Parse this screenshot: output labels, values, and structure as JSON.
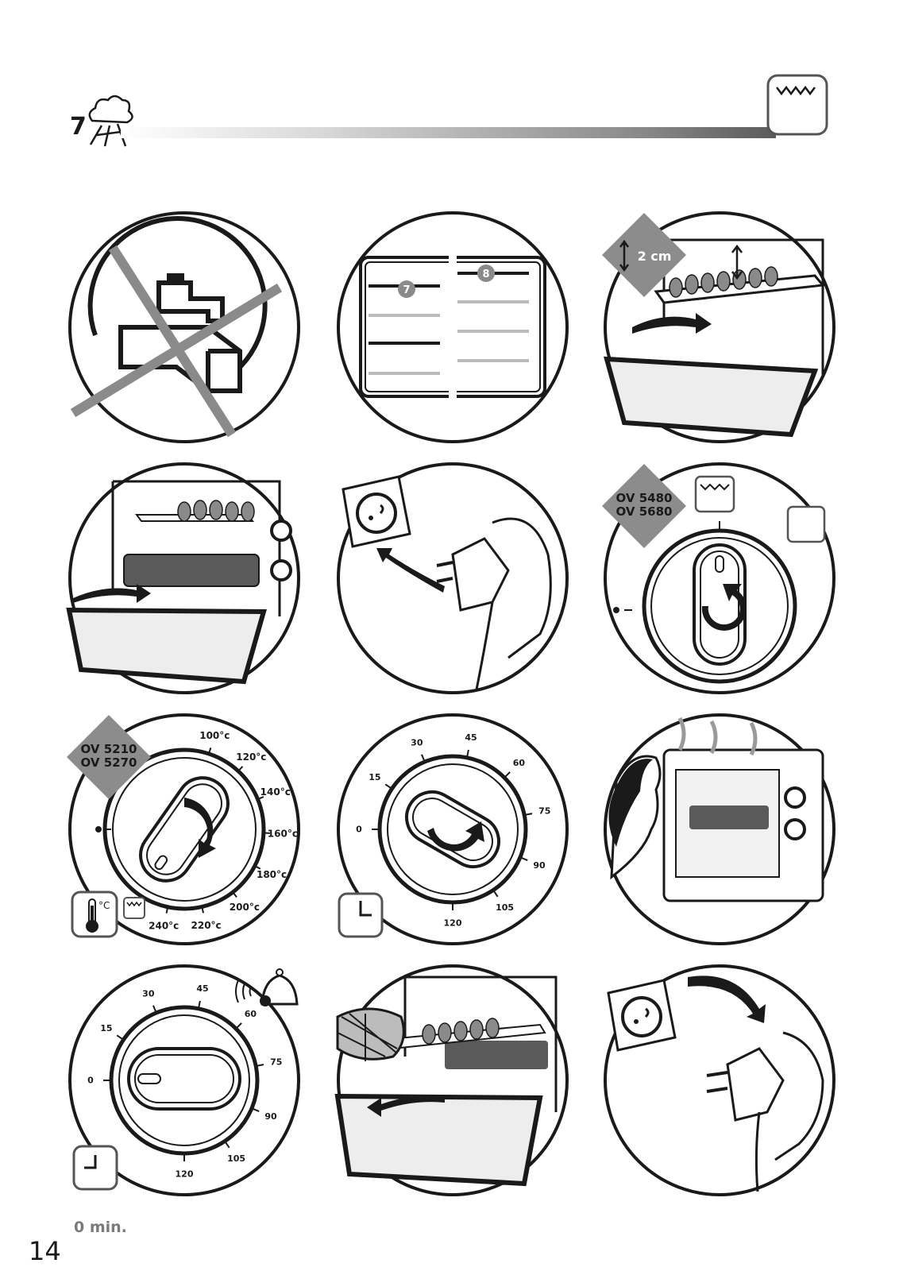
{
  "page": {
    "number": "14",
    "section_number": "7"
  },
  "labels": {
    "spacing": "2 cm",
    "rack_top": "8",
    "rack_low": "7",
    "models_a": [
      "OV 5480",
      "OV 5680"
    ],
    "models_b": [
      "OV 5210",
      "OV 5270"
    ],
    "zero_min": "0 min."
  },
  "temperature_dial": {
    "ticks": [
      "100°c",
      "120°c",
      "140°c",
      "160°c",
      "180°c",
      "200°c",
      "220°c",
      "240°c"
    ],
    "unit_icon": "°C"
  },
  "timer_dial": {
    "ticks": [
      "0",
      "15",
      "30",
      "45",
      "60",
      "75",
      "90",
      "105",
      "120"
    ]
  },
  "icons": [
    "oven-mode-icon",
    "steam-icon",
    "no-water-icon",
    "socket-icon",
    "thermometer-icon",
    "clock-icon",
    "bell-icon"
  ],
  "colors": {
    "ink": "#1a1a1a",
    "grey": "#7a7a7a",
    "tag": "#8c8c8c"
  }
}
